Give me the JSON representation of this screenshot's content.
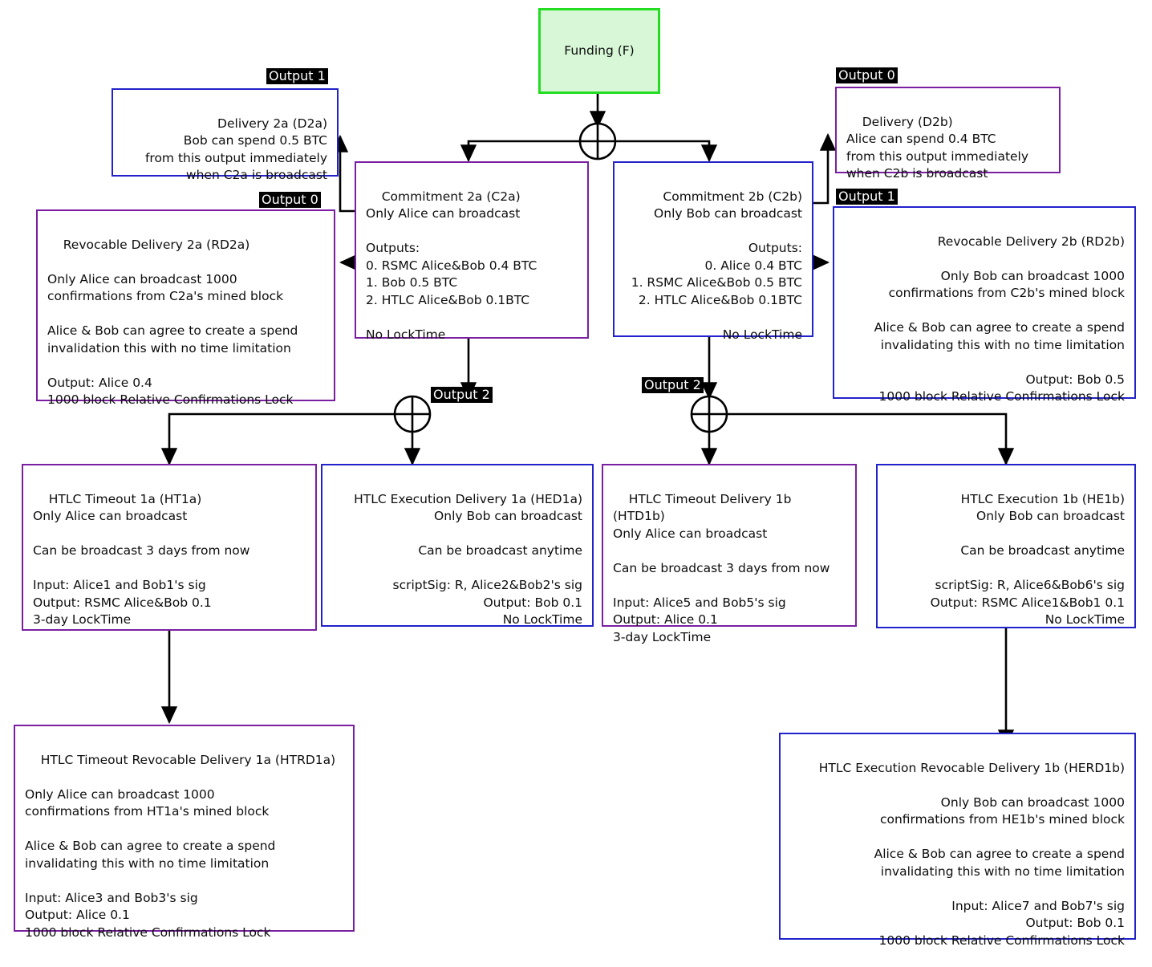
{
  "diagram": {
    "title": "Lightning channel commitment transaction tree",
    "colors": {
      "funding_border": "#22DD22",
      "funding_fill": "#D7F7D7",
      "purple": "#7B1FA2",
      "blue": "#2222CC",
      "label_bg": "#000000",
      "label_fg": "#FFFFFF",
      "wire": "#000000"
    },
    "junction_icon": "circled-plus-icon"
  },
  "nodes": {
    "funding": {
      "name": "funding",
      "text": "Funding (F)",
      "border": "green",
      "align": "center"
    },
    "d2a": {
      "name": "delivery-2a",
      "port_label": "Output 1",
      "border": "blue",
      "align": "right",
      "text": "Delivery 2a (D2a)\nBob can spend 0.5 BTC\nfrom this output immediately\nwhen C2a is broadcast"
    },
    "rd2a": {
      "name": "revocable-delivery-2a",
      "port_label": "Output 0",
      "border": "purple",
      "align": "left",
      "text": "Revocable Delivery 2a (RD2a)\n\nOnly Alice can broadcast 1000\nconfirmations from C2a's mined block\n\nAlice & Bob can agree to create a spend\ninvalidation this with no time limitation\n\nOutput: Alice 0.4\n1000 block Relative Confirmations Lock"
    },
    "c2a": {
      "name": "commitment-2a",
      "border": "purple",
      "align": "left",
      "text": "Commitment 2a (C2a)\nOnly Alice can broadcast\n\nOutputs:\n0. RSMC Alice&Bob 0.4 BTC\n1. Bob 0.5 BTC\n2. HTLC Alice&Bob 0.1BTC\n\nNo LockTime"
    },
    "c2b": {
      "name": "commitment-2b",
      "border": "blue",
      "align": "right",
      "text": "Commitment 2b (C2b)\nOnly Bob can broadcast\n\nOutputs:\n0. Alice 0.4 BTC\n1. RSMC Alice&Bob 0.5 BTC\n2. HTLC Alice&Bob 0.1BTC\n\nNo LockTime"
    },
    "d2b": {
      "name": "delivery-2b",
      "port_label": "Output 0",
      "border": "purple",
      "align": "left",
      "text": "Delivery (D2b)\nAlice can spend 0.4 BTC\nfrom this output immediately\nwhen C2b is broadcast"
    },
    "rd2b": {
      "name": "revocable-delivery-2b",
      "port_label": "Output 1",
      "border": "blue",
      "align": "right",
      "text": "Revocable Delivery 2b (RD2b)\n\nOnly Bob can broadcast 1000\nconfirmations from C2b's mined block\n\nAlice & Bob can agree to create a spend\ninvalidating this with no time limitation\n\nOutput: Bob 0.5\n1000 block Relative Confirmations Lock"
    },
    "ht1a": {
      "name": "htlc-timeout-1a",
      "border": "purple",
      "align": "left",
      "text": "HTLC Timeout 1a (HT1a)\nOnly Alice can broadcast\n\nCan be broadcast 3 days from now\n\nInput: Alice1 and Bob1's sig\nOutput: RSMC Alice&Bob 0.1\n3-day LockTime"
    },
    "hed1a": {
      "name": "htlc-execution-delivery-1a",
      "border": "blue",
      "align": "right",
      "text": "HTLC Execution Delivery 1a (HED1a)\nOnly Bob can broadcast\n\nCan be broadcast anytime\n\nscriptSig: R, Alice2&Bob2's sig\nOutput: Bob 0.1\nNo LockTime"
    },
    "htd1b": {
      "name": "htlc-timeout-delivery-1b",
      "border": "purple",
      "align": "left",
      "text": "HTLC Timeout Delivery 1b (HTD1b)\nOnly Alice can broadcast\n\nCan be broadcast 3 days from now\n\nInput: Alice5 and Bob5's sig\nOutput: Alice 0.1\n3-day LockTime"
    },
    "he1b": {
      "name": "htlc-execution-1b",
      "border": "blue",
      "align": "right",
      "text": "HTLC Execution 1b (HE1b)\nOnly Bob can broadcast\n\nCan be broadcast anytime\n\nscriptSig: R, Alice6&Bob6's sig\nOutput: RSMC Alice1&Bob1 0.1\nNo LockTime"
    },
    "htrd1a": {
      "name": "htlc-timeout-revocable-delivery-1a",
      "border": "purple",
      "align": "left",
      "text": "HTLC Timeout Revocable Delivery 1a (HTRD1a)\n\nOnly Alice can broadcast 1000\nconfirmations from HT1a's mined block\n\nAlice & Bob can agree to create a spend\ninvalidating this with no time limitation\n\nInput: Alice3 and Bob3's sig\nOutput: Alice 0.1\n1000 block Relative Confirmations Lock"
    },
    "herd1b": {
      "name": "htlc-execution-revocable-delivery-1b",
      "border": "blue",
      "align": "right",
      "text": "HTLC Execution Revocable Delivery 1b (HERD1b)\n\nOnly Bob can broadcast 1000\nconfirmations from HE1b's mined block\n\nAlice & Bob can agree to create a spend\ninvalidating this with no time limitation\n\nInput: Alice7 and Bob7's sig\nOutput: Bob 0.1\n1000 block Relative Confirmations Lock"
    }
  },
  "port_labels": {
    "left_output2": "Output 2",
    "right_output2": "Output 2"
  }
}
